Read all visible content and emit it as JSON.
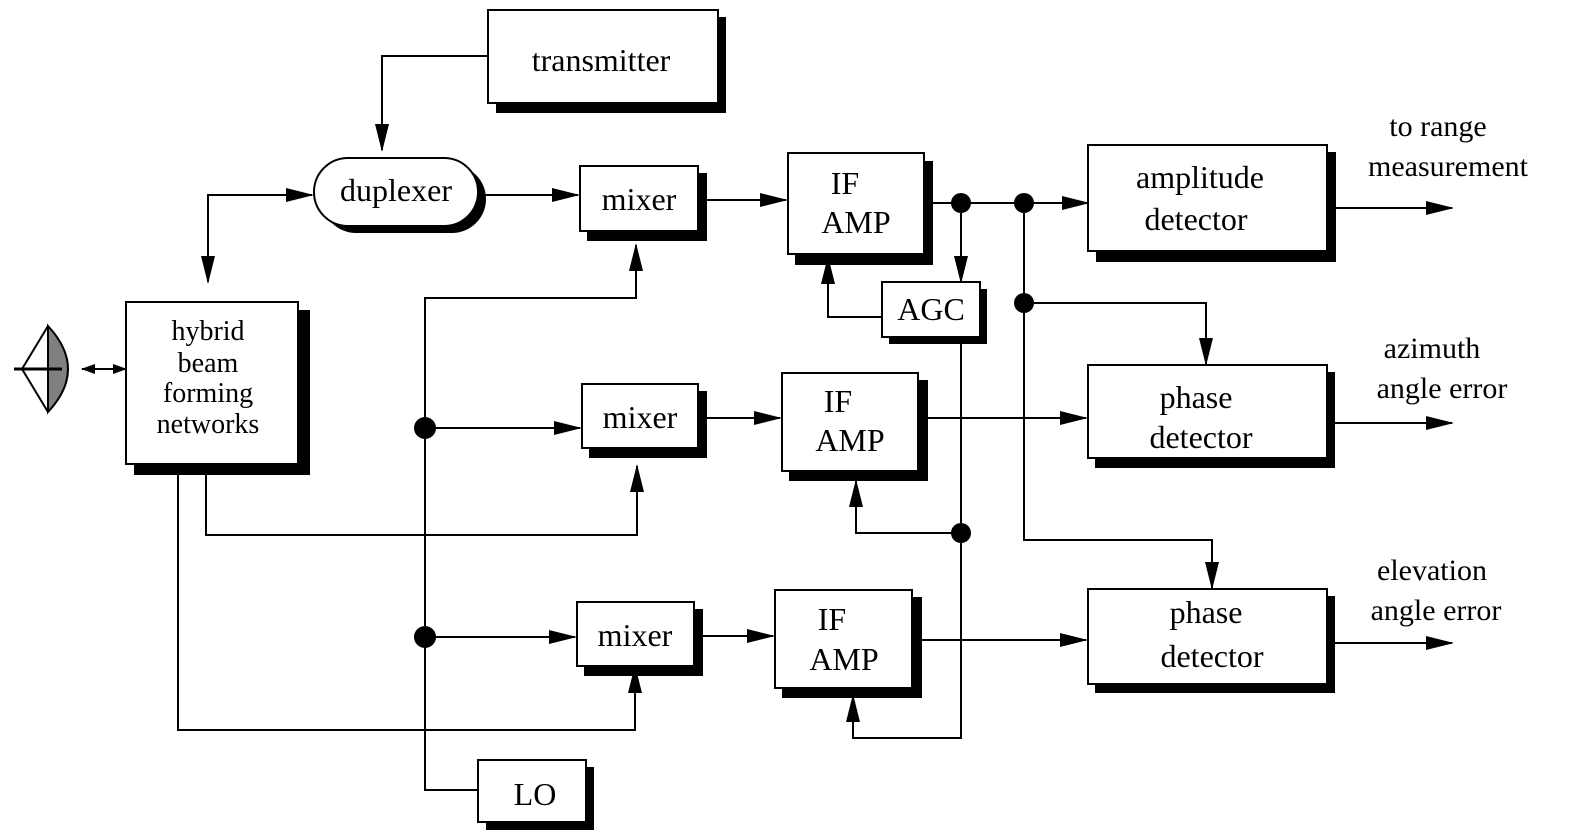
{
  "blocks": {
    "transmitter": "transmitter",
    "duplexer": "duplexer",
    "hybrid": [
      "hybrid",
      "beam",
      "forming",
      "networks"
    ],
    "mixer": "mixer",
    "if_amp": [
      "IF",
      "AMP"
    ],
    "agc": "AGC",
    "amplitude_detector": [
      "amplitude",
      "detector"
    ],
    "phase_detector": [
      "phase",
      "detector"
    ],
    "lo": "LO"
  },
  "outputs": {
    "range": [
      "to range",
      "measurement"
    ],
    "azimuth": [
      "azimuth",
      "angle error"
    ],
    "elevation": [
      "elevation",
      "angle error"
    ]
  },
  "colors": {
    "line": "#000000",
    "box_fill": "#ffffff",
    "antenna": "#808080"
  }
}
